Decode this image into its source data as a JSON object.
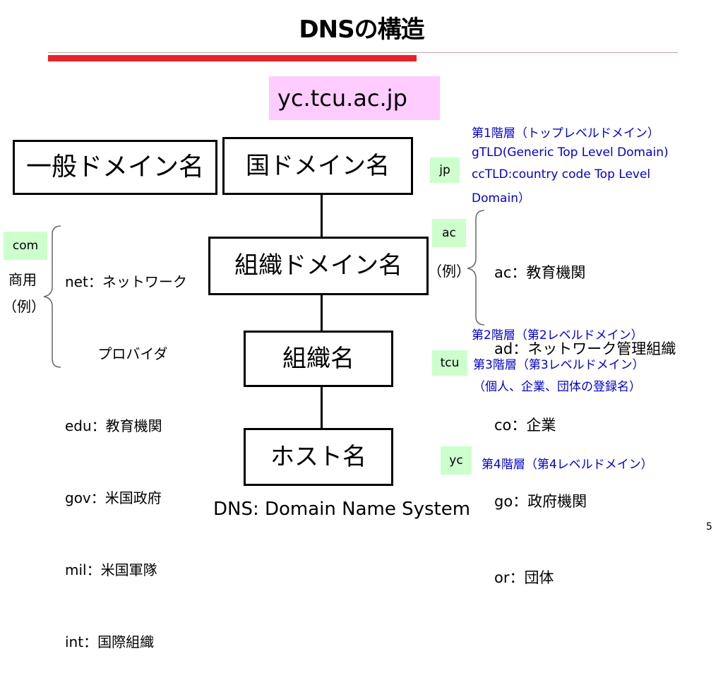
{
  "title": "DNSの構造",
  "example_domain": "yc.tcu.ac.jp",
  "boxes": {
    "general": "一般ドメイン名",
    "country": "国ドメイン名",
    "organization_domain": "組織ドメイン名",
    "organization": "組織名",
    "host": "ホスト名"
  },
  "tags": {
    "jp": "jp",
    "ac": "ac",
    "tcu": "tcu",
    "yc": "yc",
    "com": "com"
  },
  "levels": {
    "level1": "第1階層（トップレベルドメイン）",
    "gtld": "gTLD(Generic Top Level Domain)",
    "cctld_1": "ccTLD:country code Top Level",
    "cctld_2": " Domain）",
    "level2": "第2階層（第2レベルドメイン）",
    "level3": "第3階層（第3レベルドメイン）",
    "level3_sub": "（個人、企業、団体の登録名）",
    "level4": "第4階層（第4レベルドメイン）"
  },
  "left_examples": {
    "commercial": "商用",
    "example_label": "（例）",
    "items": [
      "net：ネットワーク",
      "　　 プロバイダ",
      "edu：教育機関",
      "gov：米国政府",
      "mil：米国軍隊",
      "int：国際組織"
    ]
  },
  "right_examples": {
    "example_label": "（例）",
    "items": [
      "ac：教育機関",
      "ad：ネットワーク管理組織",
      "co：企業",
      "go：政府機関",
      "or：団体"
    ]
  },
  "footer": "DNS: Domain Name System",
  "page_number": "5"
}
